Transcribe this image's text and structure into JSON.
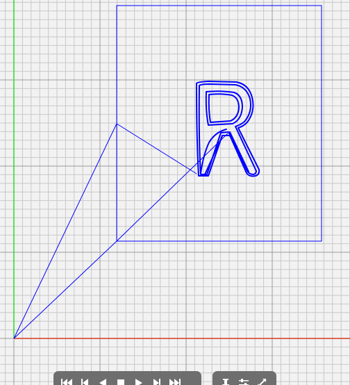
{
  "colors": {
    "background": "#f2f2f2",
    "grid_minor": "#c8c8c8",
    "grid_major": "#9a9a9a",
    "axis_x": "#d9381e",
    "axis_y": "#33dd33",
    "geometry": "#0000ff",
    "toolbar_bg": "#6e6e6e",
    "toolbar_icon": "#ffffff"
  },
  "scene": {
    "grid_visible": true,
    "axes_visible": true,
    "camera": "perspective",
    "object_shape": "letter-R-outline"
  },
  "playback_toolbar": {
    "buttons": [
      {
        "name": "skip-to-start",
        "icon": "skip-to-start-icon"
      },
      {
        "name": "step-back",
        "icon": "step-back-icon"
      },
      {
        "name": "play-reverse",
        "icon": "play-reverse-icon"
      },
      {
        "name": "stop",
        "icon": "stop-icon"
      },
      {
        "name": "play",
        "icon": "play-icon"
      },
      {
        "name": "step-forward",
        "icon": "step-forward-icon"
      },
      {
        "name": "skip-to-end",
        "icon": "skip-to-end-icon"
      }
    ]
  },
  "view_toolbar": {
    "buttons": [
      {
        "name": "pin",
        "icon": "pin-icon"
      },
      {
        "name": "settings",
        "icon": "sliders-icon"
      },
      {
        "name": "expand",
        "icon": "expand-icon"
      }
    ]
  }
}
